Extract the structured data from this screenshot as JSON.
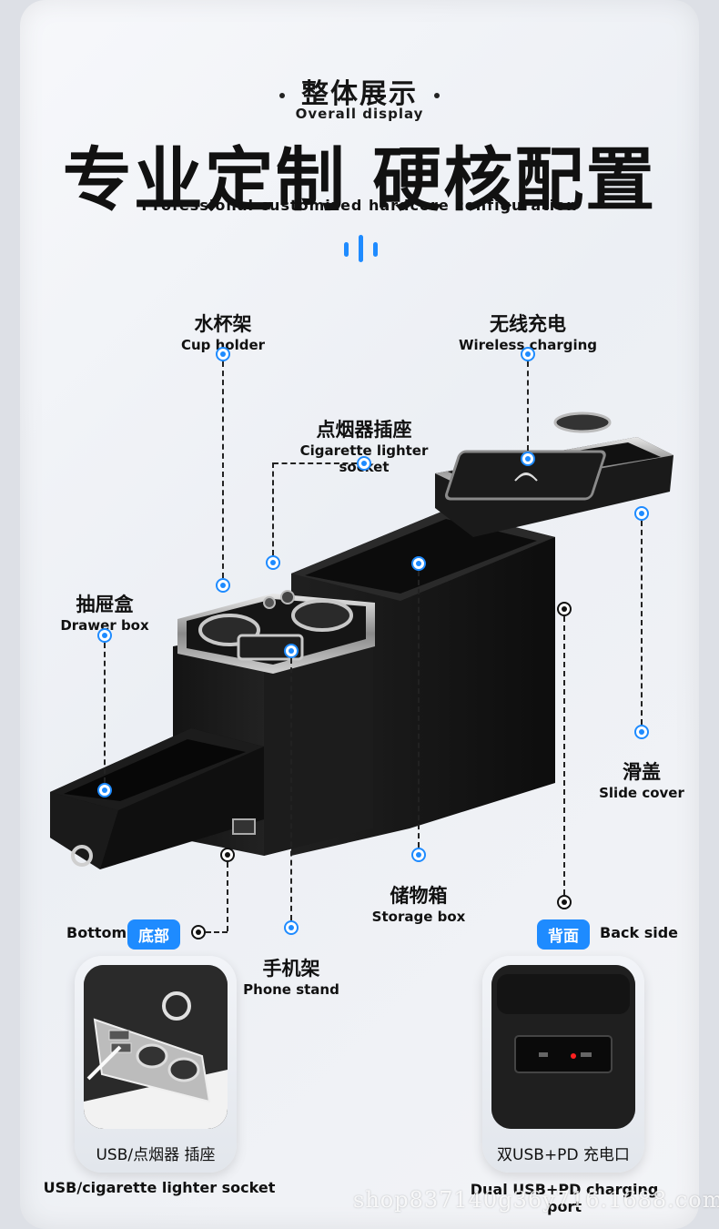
{
  "header": {
    "title_cn": "整体展示",
    "title_en": "Overall display",
    "headline_cn": "专业定制 硬核配置",
    "headline_en": "Professional customized hardcore configuration"
  },
  "callouts": {
    "cup_holder": {
      "cn": "水杯架",
      "en": "Cup holder"
    },
    "wireless_charging": {
      "cn": "无线充电",
      "en": "Wireless charging"
    },
    "cigarette_socket": {
      "cn": "点烟器插座",
      "en": "Cigarette lighter socket"
    },
    "drawer_box": {
      "cn": "抽屉盒",
      "en": "Drawer box"
    },
    "slide_cover": {
      "cn": "滑盖",
      "en": "Slide cover"
    },
    "storage_box": {
      "cn": "储物箱",
      "en": "Storage box"
    },
    "phone_stand": {
      "cn": "手机架",
      "en": "Phone stand"
    }
  },
  "bottom_section": {
    "bottom_en": "Bottom",
    "bottom_badge": "底部",
    "back_badge": "背面",
    "back_en": "Back side",
    "left_caption": "USB/点烟器 插座",
    "left_caption_en": "USB/cigarette lighter socket",
    "right_caption": "双USB+PD 充电口",
    "right_caption_en": "Dual USB+PD charging port"
  },
  "watermark": "shop837140g36y716.1688.com",
  "colors": {
    "accent": "#1e8bff",
    "product": "#1c1c1c",
    "background": "#eef0f4"
  },
  "icons": [
    "blue-dot-icon",
    "black-dot-icon",
    "wireless-charge-icon"
  ]
}
